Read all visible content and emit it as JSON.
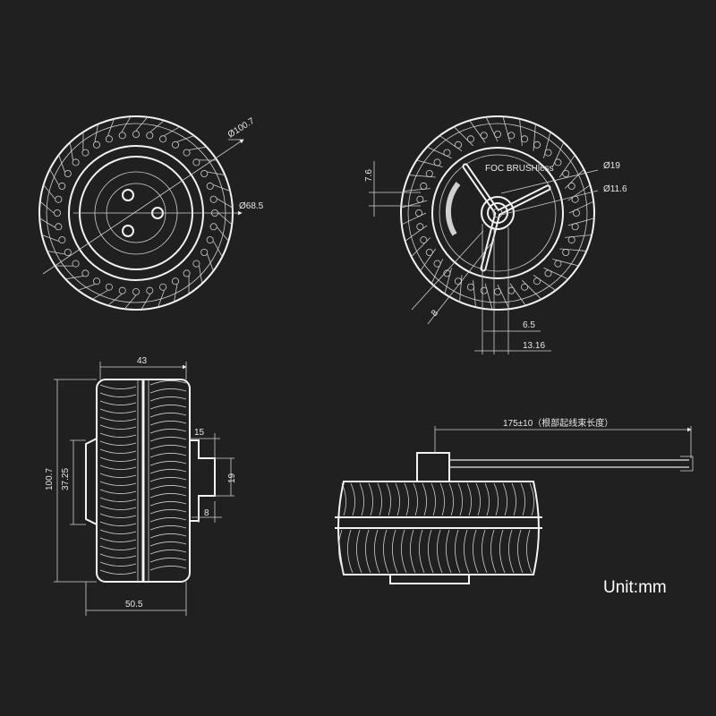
{
  "views": {
    "front": {
      "outer_diameter": "Ø100.7",
      "hub_diameter": "Ø68.5"
    },
    "rear": {
      "brand_text": "FOC BRUSHless",
      "shaft_outer": "Ø19",
      "shaft_inner": "Ø11.6",
      "offset_top": "7.6",
      "angle_dim": "8",
      "shaft_width": "6.5",
      "shaft_total": "13.16"
    },
    "side": {
      "width_top": "43",
      "height_total": "100.7",
      "inner_height": "37.25",
      "hub_width": "15",
      "hub_height": "19",
      "hub_depth": "8",
      "total_width": "50.5"
    },
    "cable": {
      "length_label": "175±10（根部起线束长度）"
    }
  },
  "unit_label": "Unit:mm"
}
